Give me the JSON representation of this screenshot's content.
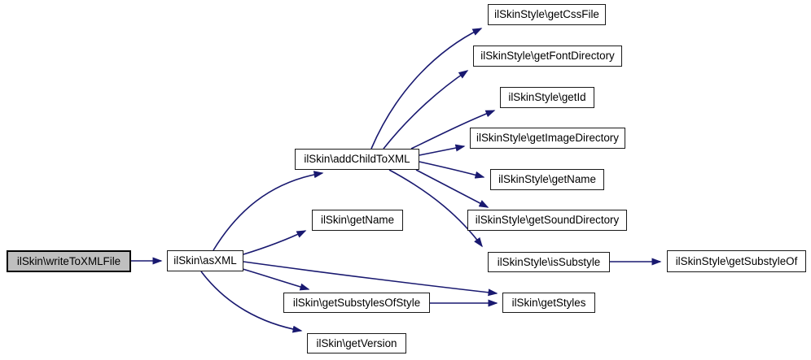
{
  "diagram": {
    "type": "call-graph",
    "root_label": "ilSkin\\writeToXMLFile",
    "nodes": [
      {
        "id": "writeToXMLFile",
        "label": "ilSkin\\writeToXMLFile",
        "highlighted": true
      },
      {
        "id": "asXML",
        "label": "ilSkin\\asXML",
        "highlighted": false
      },
      {
        "id": "addChildToXML",
        "label": "ilSkin\\addChildToXML",
        "highlighted": false
      },
      {
        "id": "skinGetName",
        "label": "ilSkin\\getName",
        "highlighted": false
      },
      {
        "id": "getSubstylesOfStyle",
        "label": "ilSkin\\getSubstylesOfStyle",
        "highlighted": false
      },
      {
        "id": "getVersion",
        "label": "ilSkin\\getVersion",
        "highlighted": false
      },
      {
        "id": "getStyles",
        "label": "ilSkin\\getStyles",
        "highlighted": false
      },
      {
        "id": "getCssFile",
        "label": "ilSkinStyle\\getCssFile",
        "highlighted": false
      },
      {
        "id": "getFontDirectory",
        "label": "ilSkinStyle\\getFontDirectory",
        "highlighted": false
      },
      {
        "id": "getId",
        "label": "ilSkinStyle\\getId",
        "highlighted": false
      },
      {
        "id": "getImageDirectory",
        "label": "ilSkinStyle\\getImageDirectory",
        "highlighted": false
      },
      {
        "id": "styleGetName",
        "label": "ilSkinStyle\\getName",
        "highlighted": false
      },
      {
        "id": "getSoundDirectory",
        "label": "ilSkinStyle\\getSoundDirectory",
        "highlighted": false
      },
      {
        "id": "isSubstyle",
        "label": "ilSkinStyle\\isSubstyle",
        "highlighted": false
      },
      {
        "id": "getSubstyleOf",
        "label": "ilSkinStyle\\getSubstyleOf",
        "highlighted": false
      }
    ],
    "edges": [
      {
        "from": "writeToXMLFile",
        "to": "asXML"
      },
      {
        "from": "asXML",
        "to": "addChildToXML"
      },
      {
        "from": "asXML",
        "to": "skinGetName"
      },
      {
        "from": "asXML",
        "to": "getStyles"
      },
      {
        "from": "asXML",
        "to": "getSubstylesOfStyle"
      },
      {
        "from": "asXML",
        "to": "getVersion"
      },
      {
        "from": "addChildToXML",
        "to": "getCssFile"
      },
      {
        "from": "addChildToXML",
        "to": "getFontDirectory"
      },
      {
        "from": "addChildToXML",
        "to": "getId"
      },
      {
        "from": "addChildToXML",
        "to": "getImageDirectory"
      },
      {
        "from": "addChildToXML",
        "to": "styleGetName"
      },
      {
        "from": "addChildToXML",
        "to": "getSoundDirectory"
      },
      {
        "from": "addChildToXML",
        "to": "isSubstyle"
      },
      {
        "from": "getSubstylesOfStyle",
        "to": "getStyles"
      },
      {
        "from": "isSubstyle",
        "to": "getSubstyleOf"
      }
    ]
  },
  "colors": {
    "edge": "#191970",
    "node_fill": "#ffffff",
    "node_border": "#1a1a1a",
    "root_fill": "#bfbfbf",
    "background": "#ffffff"
  }
}
